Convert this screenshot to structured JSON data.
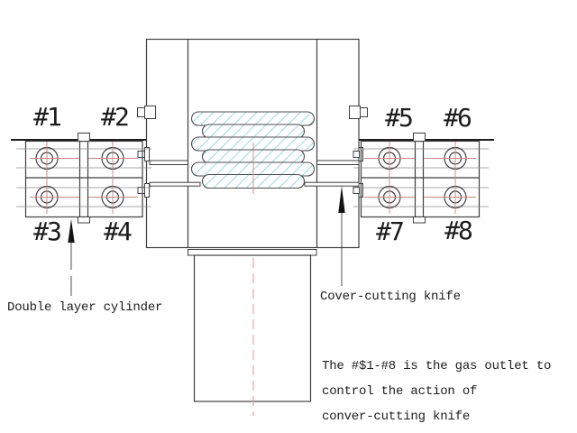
{
  "drawing": {
    "ports": [
      "#1",
      "#2",
      "#3",
      "#4",
      "#5",
      "#6",
      "#7",
      "#8"
    ],
    "callouts": {
      "double_layer_cylinder": "Double layer cylinder",
      "cover_cutting_knife": "Cover-cutting knife"
    },
    "note_lines": [
      "The #$1-#8 is the gas outlet to",
      "control the action of",
      "conver-cutting knife"
    ]
  },
  "colors": {
    "line": "#3f3f3f",
    "line_heavy": "#1f1f1f",
    "line_thin": "#8c8c8c",
    "centerline_red": "#c98585",
    "centerline_red_light": "#e2a2a2",
    "hatch_cyan": "#90d4d4",
    "arrow_black": "#141414",
    "text": "#1c1c1c",
    "background": "#ffffff"
  }
}
